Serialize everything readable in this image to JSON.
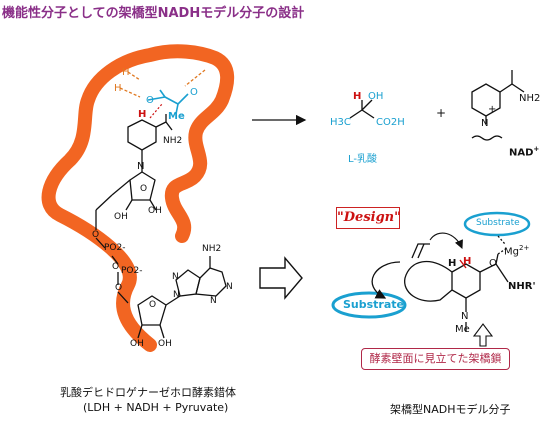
{
  "title": "機能性分子としての架橋型NADHモデル分子の設計",
  "lactate": {
    "label_h": "H",
    "label_oh": "OH",
    "label_ch3": "H3C",
    "label_co2h": "CO2H",
    "caption": "L-乳酸"
  },
  "nad": {
    "nh2": "NH2",
    "n_plus": "N",
    "plus": "+",
    "label": "NAD",
    "label_sup": "+"
  },
  "plus_sign": "+",
  "complex_labels": {
    "h1": "H",
    "h2": "H",
    "o1": "O",
    "o2": "O",
    "me": "Me",
    "h_hydride": "H",
    "ring_n": "N",
    "nh2": "NH2",
    "n_bottom": "N",
    "n_ade1": "N",
    "n_ade2": "N",
    "n_ade3": "N",
    "ade_nh2": "NH2",
    "o_sugar1": "O",
    "o_sugar2": "O",
    "oh1": "OH",
    "oh2": "OH",
    "oh3": "OH",
    "oh4": "OH",
    "o_link1": "O",
    "o_link2": "O",
    "po2_1": "PO2-",
    "po2_2": "PO2-",
    "o_bridge": "O"
  },
  "design_label": "\"Design\"",
  "model": {
    "substrate_top": "Substrate",
    "substrate_left": "Substrate",
    "mg": "Mg",
    "mg_sup": "2+",
    "h_left": "H",
    "h_right": "H",
    "o": "O",
    "nhr": "NHR'",
    "n": "N",
    "me": "Me"
  },
  "note": "酵素壁面に見立てた架橋鎖",
  "caption_left_1": "乳酸デヒドロゲナーゼホロ酵素錯体",
  "caption_left_2": "(LDH + NADH + Pyruvate)",
  "caption_right": "架橋型NADHモデル分子",
  "colors": {
    "enzyme": "#f26522",
    "hbond": "#e07820",
    "substrate_blue": "#1aa0d0",
    "red": "#cc1111",
    "title": "#8a2f88"
  }
}
